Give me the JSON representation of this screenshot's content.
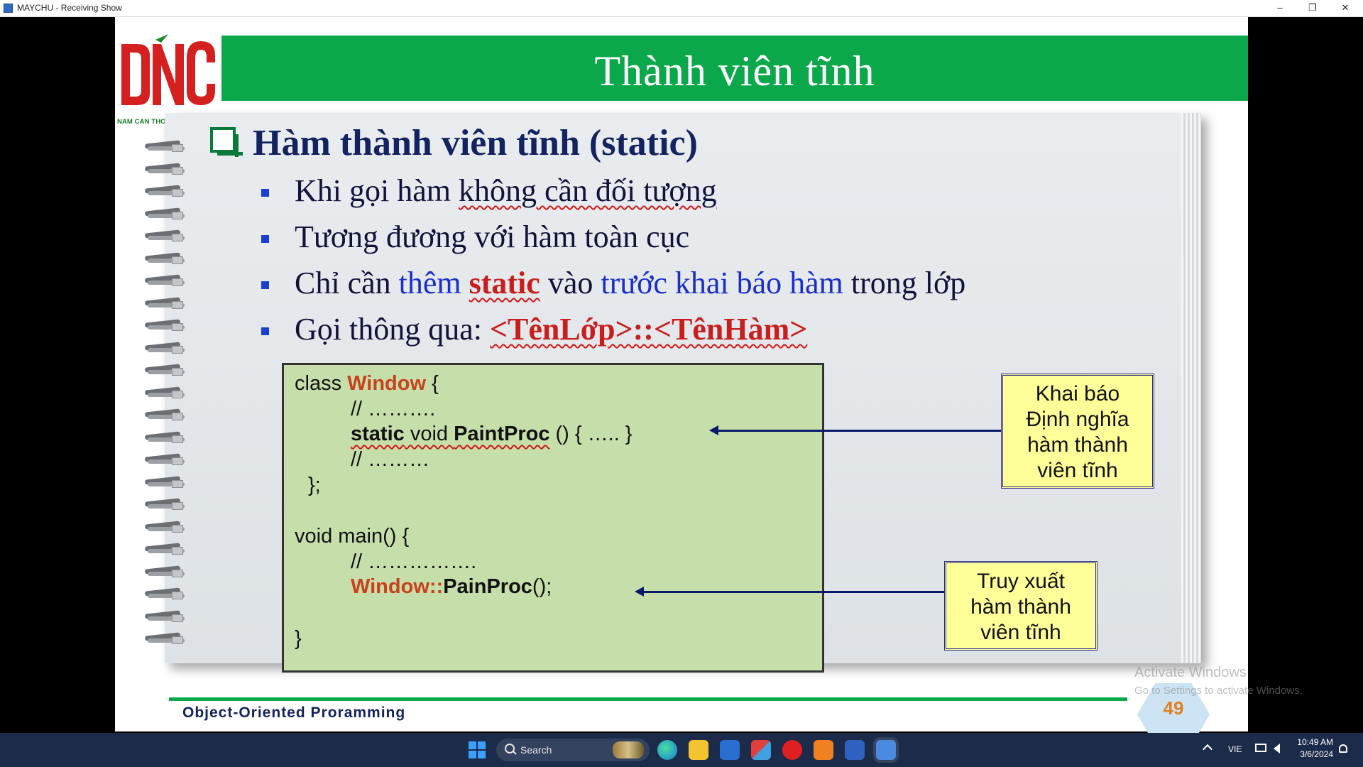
{
  "window": {
    "title": "MAYCHU - Receiving Show",
    "minimize": "–",
    "restore": "❐",
    "close": "✕"
  },
  "slide": {
    "logo": {
      "letters": "DNC",
      "university": "NAM CAN THO UNIVERSITY"
    },
    "title": "Thành viên tĩnh",
    "heading": "Hàm thành viên tĩnh (static)",
    "bullets": [
      {
        "plain": "Khi gọi hàm ",
        "emph": "không cần đối tượng"
      },
      {
        "plain": "Tương đương với hàm toàn cục"
      },
      {
        "p1": "Chỉ cần ",
        "b1": "thêm ",
        "r1": "static",
        "p2": " vào ",
        "b2": "trước khai báo hàm",
        "p3": " trong lớp"
      },
      {
        "plain": "Gọi thông qua: ",
        "emph": "<TênLớp>::<TênHàm>"
      }
    ],
    "code": {
      "l1_a": "class ",
      "l1_b": "Window",
      "l1_c": " {",
      "l2": "// ……….",
      "l3_a": "static",
      "l3_b": " void ",
      "l3_c": "PaintProc",
      "l3_d": " () { ….. }",
      "l4": "// ………",
      "l5": "};",
      "l6": "void main() {",
      "l7": "// …………….",
      "l8_a": "Window::",
      "l8_b": "PainProc",
      "l8_c": "();",
      "l9": "}"
    },
    "callouts": [
      {
        "lines": [
          "Khai báo",
          "Định nghĩa",
          "hàm thành",
          "viên tĩnh"
        ]
      },
      {
        "lines": [
          "Truy xuất",
          "hàm thành",
          "viên tĩnh"
        ]
      }
    ],
    "footer": "Object-Oriented Proramming",
    "page_number": "49"
  },
  "watermark": {
    "line1": "Activate Windows",
    "line2": "Go to Settings to activate Windows."
  },
  "taskbar": {
    "search_placeholder": "Search",
    "language": "VIE",
    "time": "10:49 AM",
    "date": "3/6/2024",
    "icons": [
      "windows-start-icon",
      "search-icon",
      "edge-icon",
      "file-explorer-icon",
      "store-icon",
      "microsoft-store-icon",
      "opera-icon",
      "app-orange-icon",
      "dev-cpp-icon",
      "active-app-icon"
    ]
  }
}
